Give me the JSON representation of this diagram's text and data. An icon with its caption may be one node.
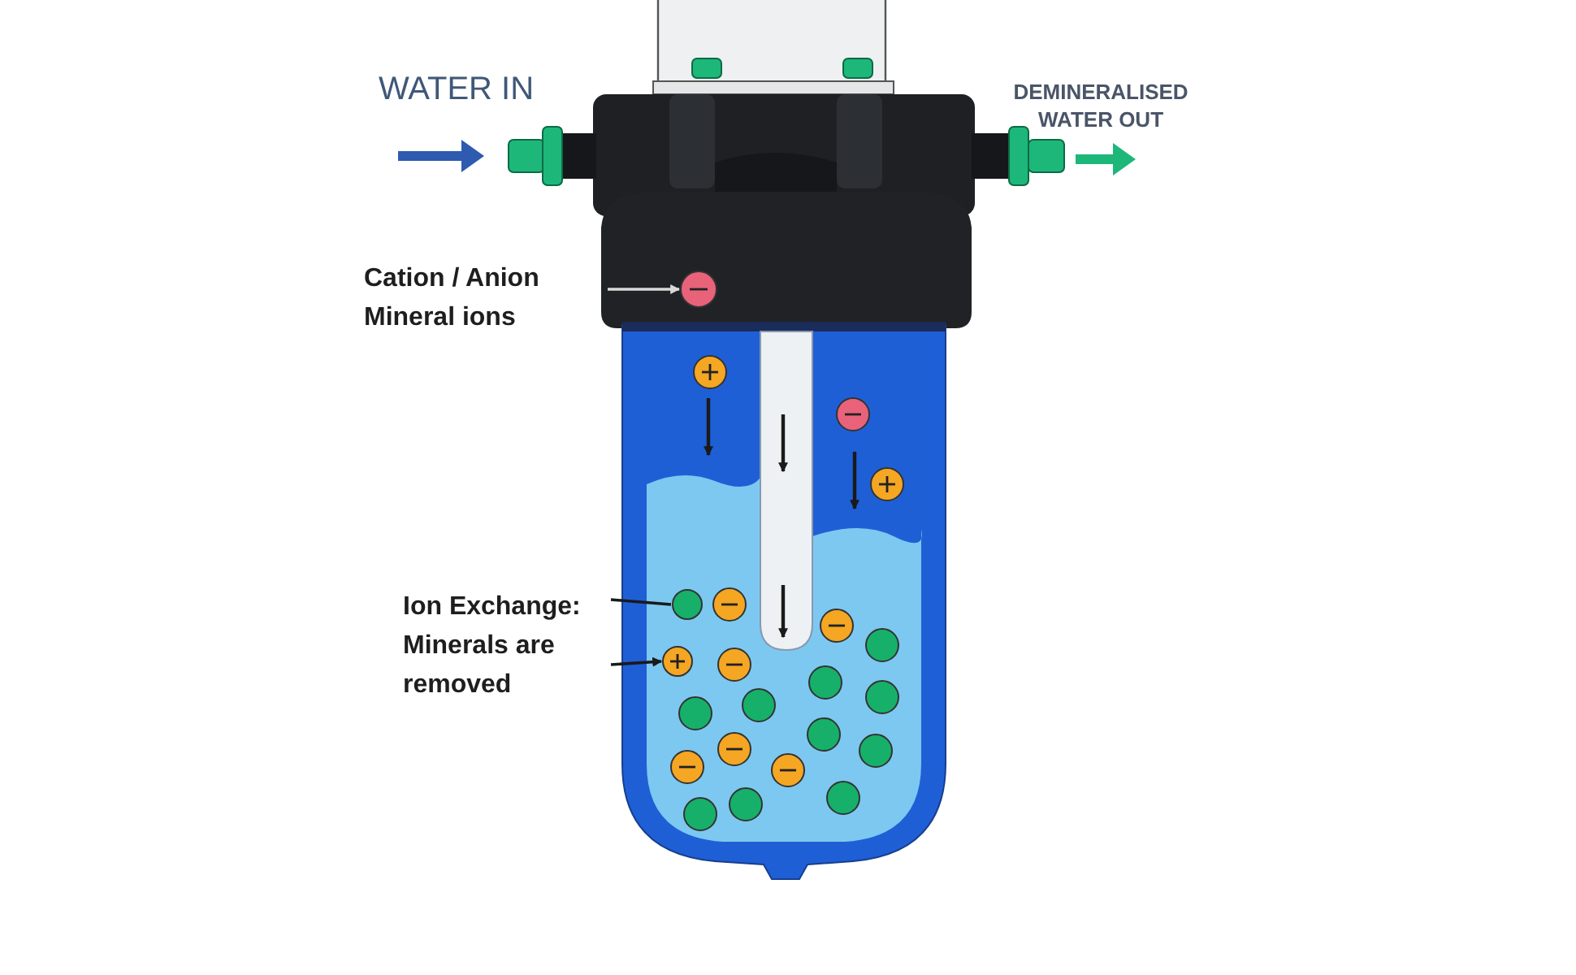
{
  "diagram": {
    "nodes": [
      {
        "text": [
          "Cation / Anion Mineral ions"
        ]
      },
      {
        "text": [],
        "shape": "circle"
      },
      {
        "text": [
          "Ion Exchange: Minerals are removed"
        ]
      },
      {
        "text": [],
        "shape": "circle"
      },
      {
        "text": [],
        "shape": "circle"
      }
    ],
    "edges": [
      {
        "from": 0,
        "to": 1,
        "arrow": "to",
        "color": "#d9d9d9"
      },
      {
        "from": 2,
        "to": 3,
        "arrow": "none"
      },
      {
        "from": 2,
        "to": 4,
        "arrow": "to"
      }
    ],
    "labels": [
      "WATER IN",
      "DEMINERALISED WATER OUT"
    ]
  }
}
